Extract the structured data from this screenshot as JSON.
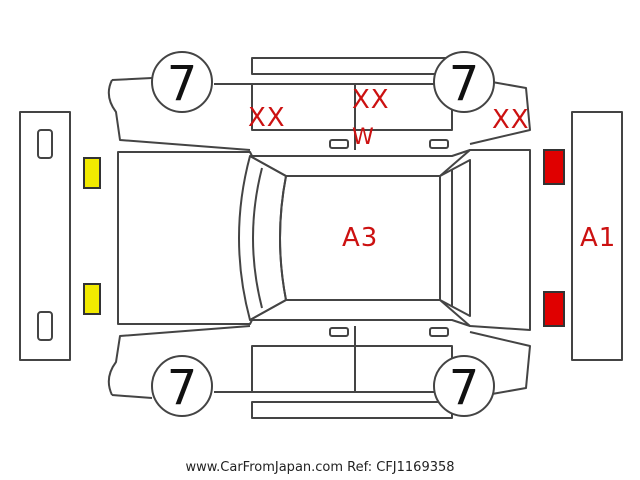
{
  "tires": {
    "front_left": "7",
    "front_right": "7",
    "rear_left": "7",
    "rear_right": "7"
  },
  "marks": {
    "left_front_fender": "XX",
    "center_roof_panel": "XX",
    "center_roof_sub": "W",
    "right_front_fender": "XX",
    "roof": "A3",
    "rear_bumper": "A1"
  },
  "lamps": {
    "front_color": "#f2ea00",
    "rear_color": "#e00000",
    "stroke_color": "#333333"
  },
  "footer": "www.CarFromJapan.com Ref: CFJ1169358"
}
